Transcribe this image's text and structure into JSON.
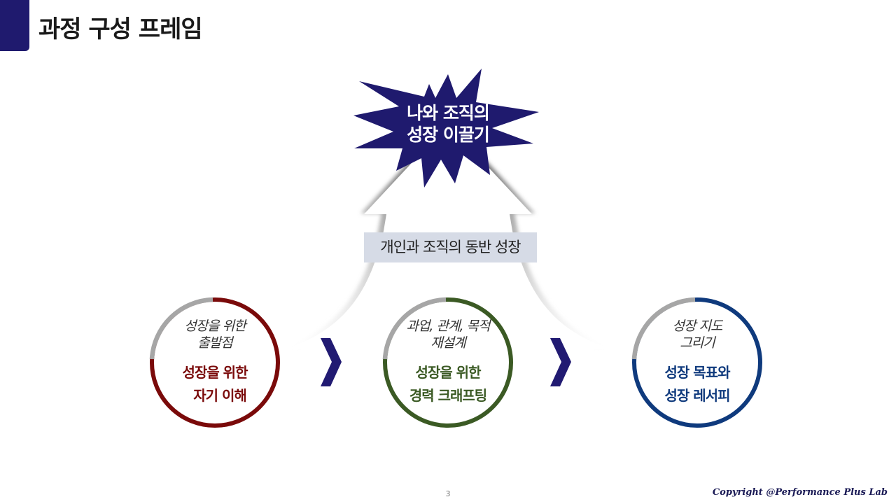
{
  "header": {
    "title": "과정 구성 프레임"
  },
  "goal": {
    "line1": "나와 조직의",
    "line2": "성장 이끌기"
  },
  "banner": {
    "text": "개인과 조직의 동반 성장"
  },
  "steps": [
    {
      "sub1": "성장을 위한",
      "sub2": "출발점",
      "main1": "성장을 위한",
      "main2": "자기 이해",
      "color": "#7a0a0a"
    },
    {
      "sub1": "과업, 관계, 목적",
      "sub2": "재설계",
      "main1": "성장을 위한",
      "main2": "경력 크래프팅",
      "color": "#3b5a24"
    },
    {
      "sub1": "성장 지도",
      "sub2": "그리기",
      "main1": "성장 목표와",
      "main2": "성장 레서피",
      "color": "#0f3a7d"
    }
  ],
  "colors": {
    "accent": "#1f1a6e",
    "ring_gray": "#a6a6a6",
    "banner_bg": "#d6dbe6"
  },
  "footer": {
    "page_number": "3",
    "copyright": "Copyright @Performance Plus Lab"
  }
}
